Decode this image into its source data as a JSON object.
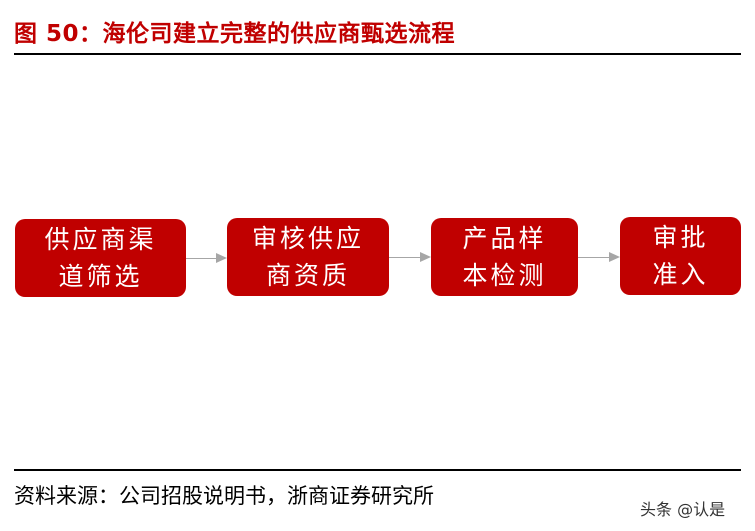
{
  "figure": {
    "title": "图 50：海伦司建立完整的供应商甄选流程",
    "source": "资料来源：公司招股说明书，浙商证券研究所",
    "watermark": "头条 @认是"
  },
  "flow": {
    "steps": [
      {
        "line1": "供应商渠",
        "line2": "道筛选"
      },
      {
        "line1": "审核供应",
        "line2": "商资质"
      },
      {
        "line1": "产品样",
        "line2": "本检测"
      },
      {
        "line1": "审批",
        "line2": "准入"
      }
    ],
    "colors": {
      "box": "#c00000",
      "text": "#ffffff",
      "arrow": "#a6a6a6"
    }
  }
}
